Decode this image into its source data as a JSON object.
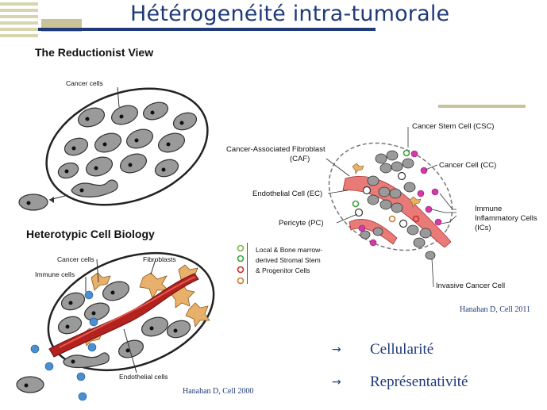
{
  "title": "Hétérogenéité intra-tumorale",
  "left_panel": {
    "reductionist_heading": "The Reductionist View",
    "cancer_cells_label": "Cancer cells",
    "heterotypic_heading": "Heterotypic Cell Biology",
    "het_cancer_cells_label": "Cancer cells",
    "fibroblasts_label": "Fibroblasts",
    "immune_cells_label": "Immune cells",
    "endothelial_cells_label": "Endothelial cells",
    "citation": "Hanahan D, Cell 2000"
  },
  "right_panel": {
    "csc_label": "Cancer Stem Cell (CSC)",
    "caf_label_line1": "Cancer-Associated Fibroblast",
    "caf_label_line2": "(CAF)",
    "cc_label": "Cancer Cell (CC)",
    "ec_label": "Endothelial Cell (EC)",
    "ic_label_line1": "Immune",
    "ic_label_line2": "Inflammatory Cells",
    "ic_label_line3": "(ICs)",
    "pc_label": "Pericyte (PC)",
    "stromal_line1": "Local & Bone marrow-",
    "stromal_line2": "derived Stromal Stem",
    "stromal_line3": "& Progenitor Cells",
    "invasive_label": "Invasive Cancer Cell",
    "citation": "Hanahan D, Cell 2011"
  },
  "bullets": [
    {
      "arrow": "→",
      "text": "Cellularité"
    },
    {
      "arrow": "→",
      "text": "Représentativité"
    }
  ],
  "colors": {
    "title": "#1f3a78",
    "accent_bar": "#1f3a78",
    "olive": "#c8c398",
    "caf_pink": "#e87a78",
    "immune_magenta": "#d23aa6",
    "fibroblast_orange": "#e8b06a",
    "vessel_red": "#b3221e",
    "immune_blue": "#4a8fd0"
  }
}
